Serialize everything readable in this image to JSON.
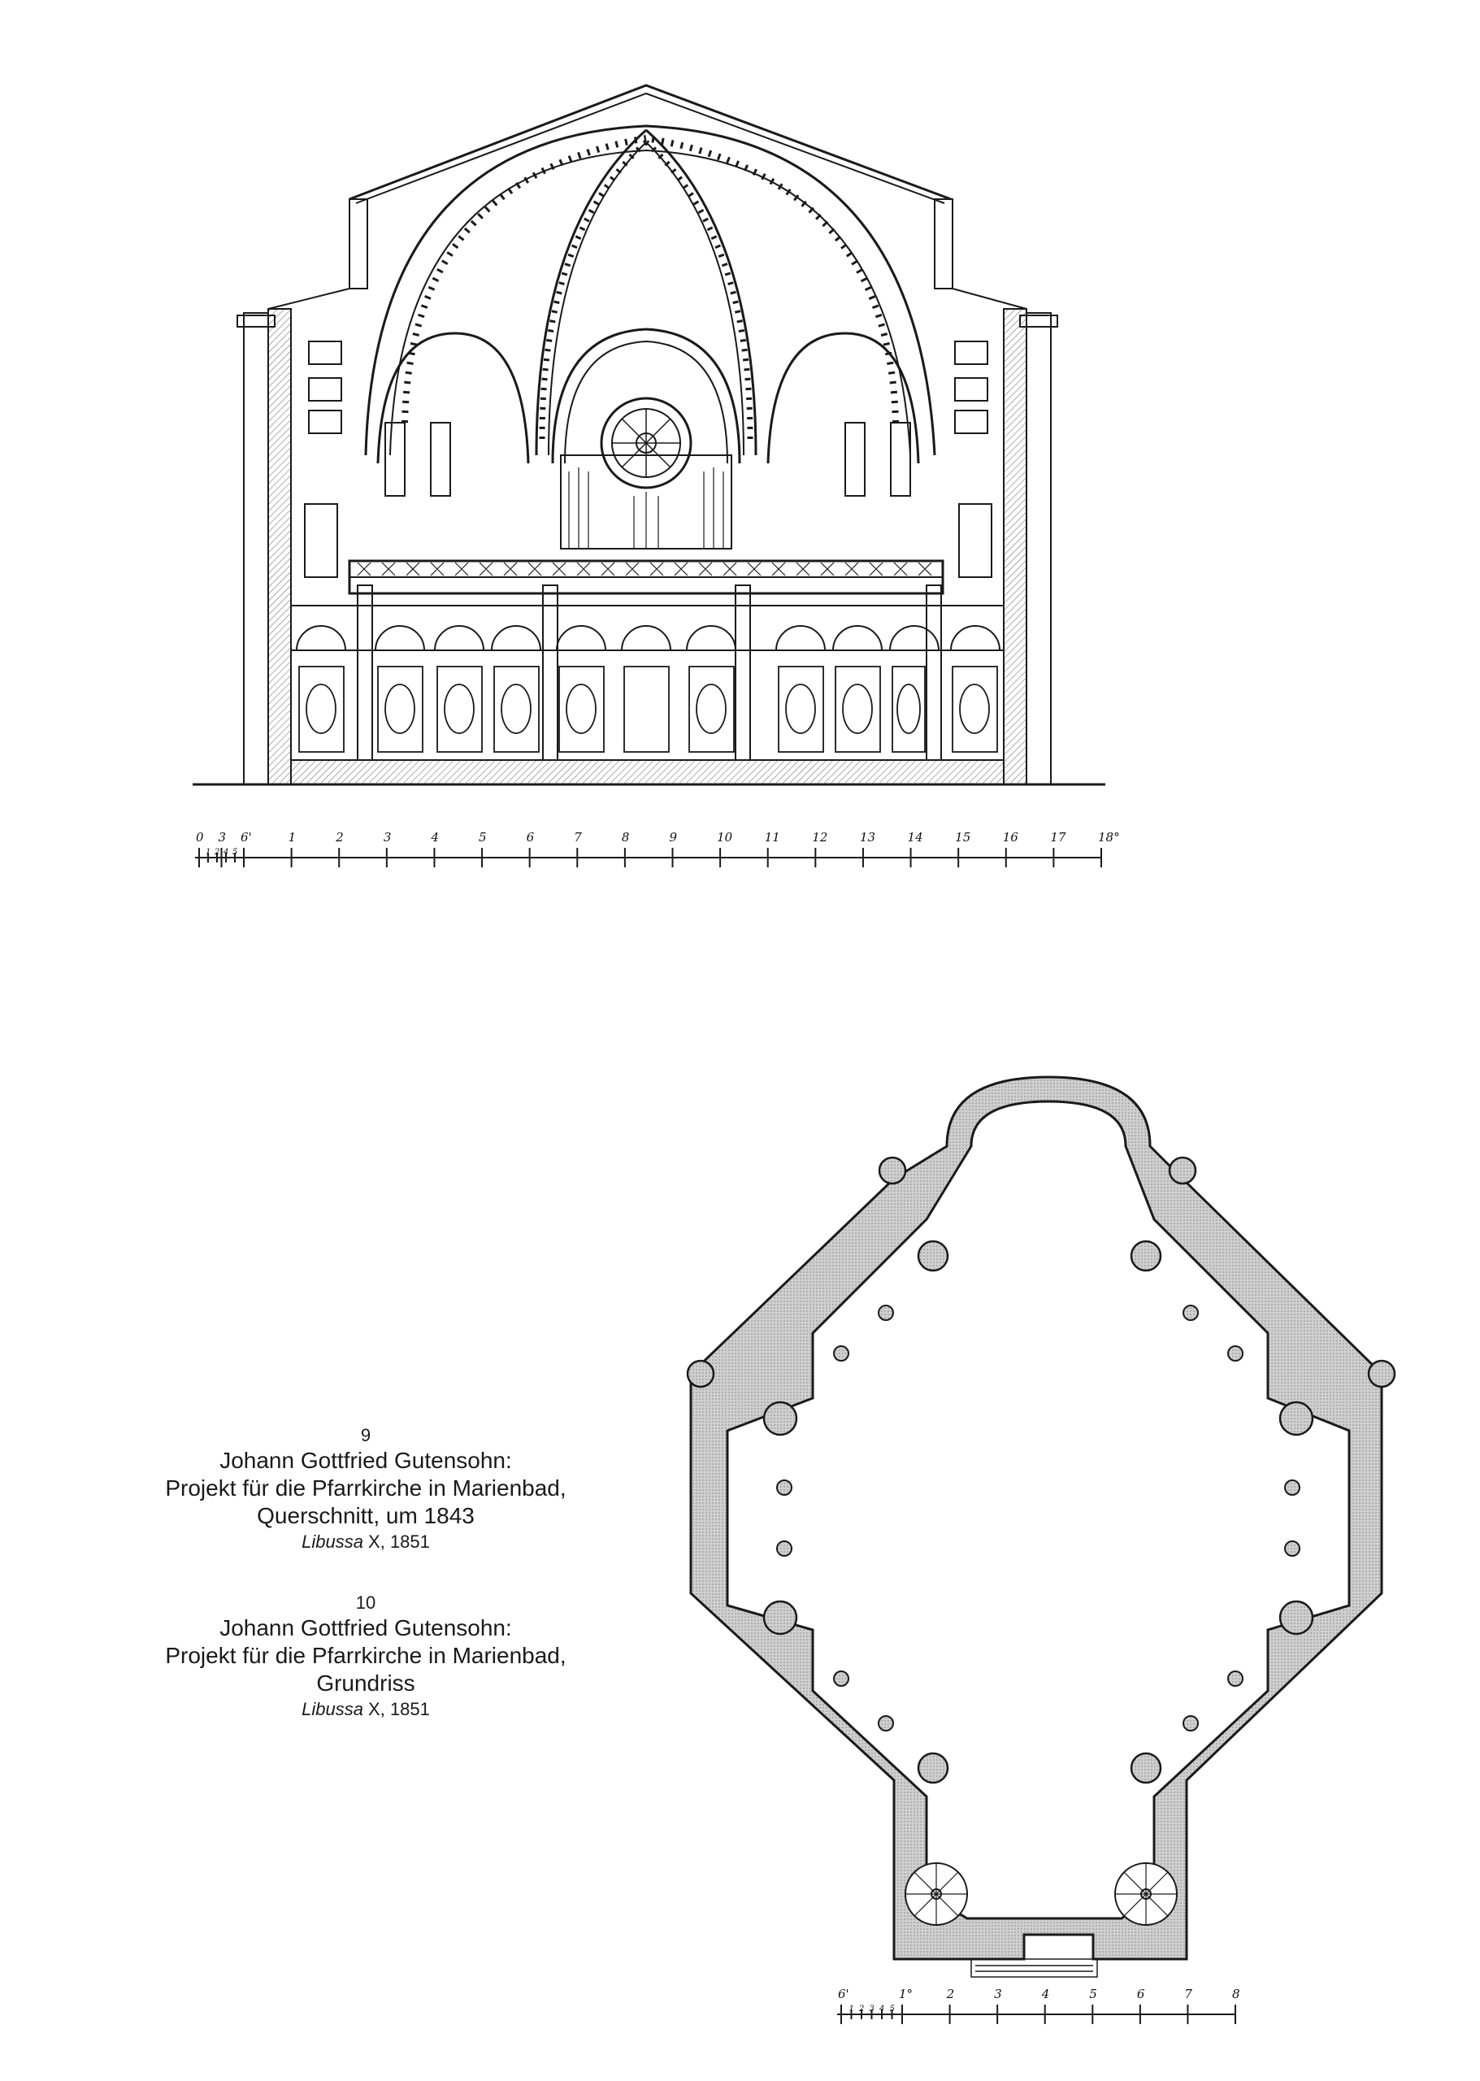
{
  "captions": [
    {
      "number": "9",
      "line1": "Johann Gottfried Gutensohn:",
      "line2": "Projekt für die Pfarrkirche in Marienbad,",
      "line3": "Querschnitt, um 1843",
      "source_title": "Libussa",
      "source_rest": " X, 1851"
    },
    {
      "number": "10",
      "line1": "Johann Gottfried Gutensohn:",
      "line2": "Projekt für die Pfarrkirche in Marienbad,",
      "line3": "Grundriss",
      "source_title": "Libussa",
      "source_rest": " X, 1851"
    }
  ],
  "section_scale": {
    "labels": [
      "0",
      "3",
      "6'",
      "1",
      "2",
      "3",
      "4",
      "5",
      "6",
      "7",
      "8",
      "9",
      "10",
      "11",
      "12",
      "13",
      "14",
      "15",
      "16",
      "17",
      "18°"
    ],
    "sub_labels": [
      "1",
      "2",
      "4",
      "5"
    ]
  },
  "plan_scale": {
    "labels": [
      "6'",
      "1°",
      "2",
      "3",
      "4",
      "5",
      "6",
      "7",
      "8"
    ],
    "sub_labels": [
      "1",
      "2",
      "3",
      "4",
      "5"
    ]
  },
  "colors": {
    "ink": "#1a1a1a",
    "wall_fill": "#c9c9c9",
    "hatch": "#9a9a9a"
  }
}
